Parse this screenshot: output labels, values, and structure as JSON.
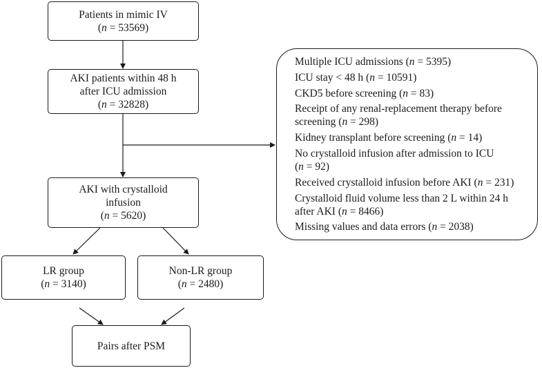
{
  "boxes": {
    "mimic": {
      "line1": "Patients in mimic IV",
      "line2": "(n = 53569)"
    },
    "aki48": {
      "line1": "AKI patients within 48 h",
      "line2": "after ICU admission",
      "line3": "(n = 32828)"
    },
    "crystalloid": {
      "line1": "AKI with crystalloid",
      "line2": "infusion",
      "line3": "(n = 5620)"
    },
    "lr": {
      "line1": "LR group",
      "line2": "(n = 3140)"
    },
    "nonlr": {
      "line1": "Non-LR group",
      "line2": "(n = 2480)"
    },
    "psm": {
      "line1": "Pairs after PSM"
    }
  },
  "exclusions": [
    {
      "line1": "Multiple ICU admissions (n = 5395)"
    },
    {
      "line1": "ICU stay < 48 h (n = 10591)"
    },
    {
      "line1": "CKD5 before screening (n = 83)"
    },
    {
      "line1": "Receipt of any renal-replacement therapy before",
      "line2": "screening (n = 298)"
    },
    {
      "line1": "Kidney transplant before screening (n = 14)"
    },
    {
      "line1": "No crystalloid infusion after admission to ICU",
      "line2": "(n = 92)"
    },
    {
      "line1": "Received crystalloid infusion before AKI (n = 231)"
    },
    {
      "line1": "Crystalloid fluid volume less than 2 L within 24 h",
      "line2": "after AKI (n = 8466)"
    },
    {
      "line1": "Missing values and data errors (n = 2038)"
    }
  ],
  "colors": {
    "stroke": "#1a1a1a",
    "background": "#ffffff"
  }
}
